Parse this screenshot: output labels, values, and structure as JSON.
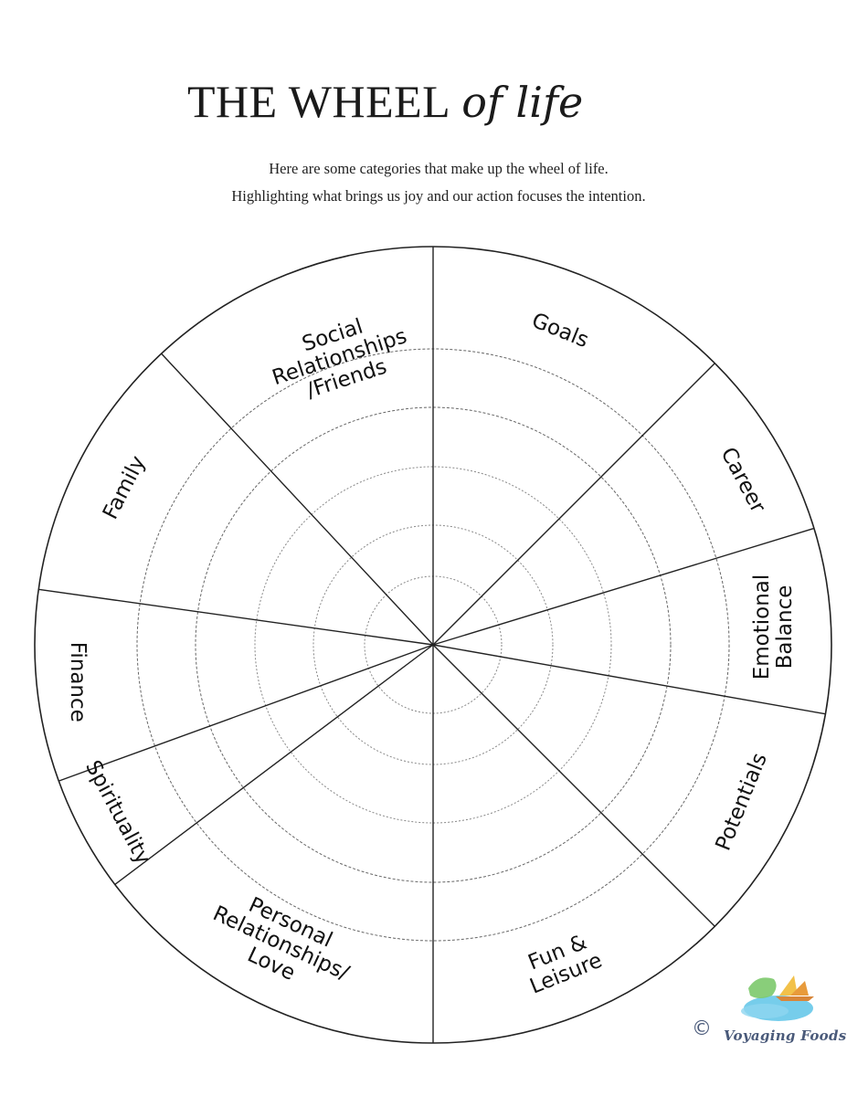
{
  "header": {
    "title_main": "THE WHEEL",
    "title_script": "of life",
    "subtitle_line1": "Here are some categories that make up the wheel of life.",
    "subtitle_line2": "Highlighting what brings us joy and our action focuses the intention."
  },
  "wheel": {
    "categories": [
      {
        "id": "goals",
        "lines": [
          "Goals"
        ]
      },
      {
        "id": "career",
        "lines": [
          "Career"
        ]
      },
      {
        "id": "emotional-balance",
        "lines": [
          "Emotional",
          "Balance"
        ]
      },
      {
        "id": "potentials",
        "lines": [
          "Potentials"
        ]
      },
      {
        "id": "fun-leisure",
        "lines": [
          "Fun &",
          "Leisure"
        ]
      },
      {
        "id": "personal-relationships-love",
        "lines": [
          "Personal",
          "Relationships/",
          "Love"
        ]
      },
      {
        "id": "spirituality",
        "lines": [
          "Spirituality"
        ]
      },
      {
        "id": "finance",
        "lines": [
          "Finance"
        ]
      },
      {
        "id": "family",
        "lines": [
          "Family"
        ]
      },
      {
        "id": "social-relationships-friends",
        "lines": [
          "Social",
          "Relationships",
          "/Friends"
        ]
      }
    ]
  },
  "footer": {
    "copyright": "©",
    "brand": "Voyaging Foods"
  }
}
